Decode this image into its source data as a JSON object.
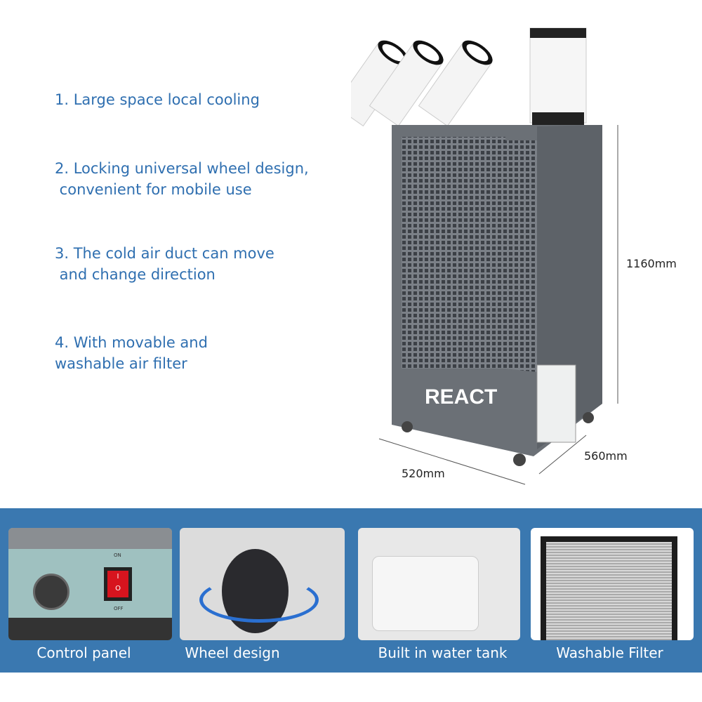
{
  "features": [
    "1. Large space local cooling",
    "2. Locking universal wheel design,\n convenient for mobile use",
    "3. The cold air duct can move\n and change direction",
    "4. With movable and\nwashable air filter"
  ],
  "product": {
    "brand": "REACT",
    "height": "1160mm",
    "width": "520mm",
    "depth": "560mm"
  },
  "control_panel": {
    "on_label": "ON",
    "off_label": "OFF",
    "switch_on": "I",
    "switch_off": "O"
  },
  "panels": [
    {
      "caption": "Control panel"
    },
    {
      "caption": "Wheel design"
    },
    {
      "caption": "Built in water tank"
    },
    {
      "caption": "Washable Filter"
    }
  ],
  "colors": {
    "accent": "#2f6fb0",
    "band": "#3a78b0",
    "body": "#6b7076"
  }
}
